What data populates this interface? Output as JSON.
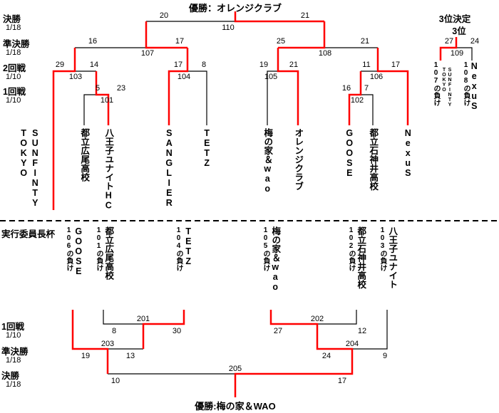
{
  "colors": {
    "winner_path": "#ff0000",
    "line": "#000000"
  },
  "top_bracket": {
    "champion_title": "優勝：オレンジクラブ",
    "rounds": [
      {
        "label": "決勝",
        "date": "1/18"
      },
      {
        "label": "準決勝",
        "date": "1/18"
      },
      {
        "label": "2回戦",
        "date": "1/10"
      },
      {
        "label": "1回戦",
        "date": "1/10"
      }
    ],
    "teams": [
      {
        "name": "TOKYO",
        "name2": "SUNFINTY"
      },
      {
        "name": "都立広尾高校"
      },
      {
        "name": "八王子ユナイトHC"
      },
      {
        "name": "SANGLIER"
      },
      {
        "name": "TETZ"
      },
      {
        "name": "梅の家＆wao"
      },
      {
        "name": "オレンジクラブ"
      },
      {
        "name": "GOOSE"
      },
      {
        "name": "都立石神井高校"
      },
      {
        "name": "NexuS"
      }
    ],
    "matches": [
      {
        "no": "101",
        "left_score": "5",
        "right_score": "23"
      },
      {
        "no": "102",
        "left_score": "16",
        "right_score": "7"
      },
      {
        "no": "103",
        "left_score": "29",
        "right_score": "14"
      },
      {
        "no": "104",
        "left_score": "17",
        "right_score": "8"
      },
      {
        "no": "105",
        "left_score": "19",
        "right_score": "21"
      },
      {
        "no": "106",
        "left_score": "11",
        "right_score": "17"
      },
      {
        "no": "107",
        "left_score": "16",
        "right_score": "17"
      },
      {
        "no": "108",
        "left_score": "25",
        "right_score": "21"
      },
      {
        "no": "110",
        "left_score": "20",
        "right_score": "21"
      }
    ],
    "third_place": {
      "heading": "3位決定",
      "subheading": "3位",
      "match": {
        "no": "109",
        "left_score": "27",
        "right_score": "24"
      },
      "left_team": {
        "annotation": "107の負け",
        "name": "TOKYO",
        "name2": "SUNFINTY"
      },
      "right_team": {
        "annotation": "108の負け",
        "name": "NexuS"
      }
    }
  },
  "bottom_bracket": {
    "heading": "実行委員長杯",
    "rounds": [
      {
        "label": "1回戦",
        "date": "1/10"
      },
      {
        "label": "準決勝",
        "date": "1/18"
      },
      {
        "label": "決勝",
        "date": "1/18"
      }
    ],
    "teams": [
      {
        "annotation": "106の負け",
        "name": "GOOSE"
      },
      {
        "annotation": "101の負け",
        "name": "都立広尾高校"
      },
      {
        "annotation": "104の負け",
        "name": "TETZ"
      },
      {
        "annotation": "105の負け",
        "name": "梅の家＆wao"
      },
      {
        "annotation": "102の負け",
        "name": "都立石神井高校"
      },
      {
        "annotation": "103の負け",
        "name": "八王子ユナイト"
      }
    ],
    "matches": [
      {
        "no": "201",
        "left_score": "8",
        "right_score": "30"
      },
      {
        "no": "202",
        "left_score": "27",
        "right_score": "12"
      },
      {
        "no": "203",
        "left_score": "19",
        "right_score": "13"
      },
      {
        "no": "204",
        "left_score": "24",
        "right_score": "9"
      },
      {
        "no": "205",
        "left_score": "10",
        "right_score": "17"
      }
    ],
    "champion_title": "優勝:梅の家＆WAO"
  }
}
